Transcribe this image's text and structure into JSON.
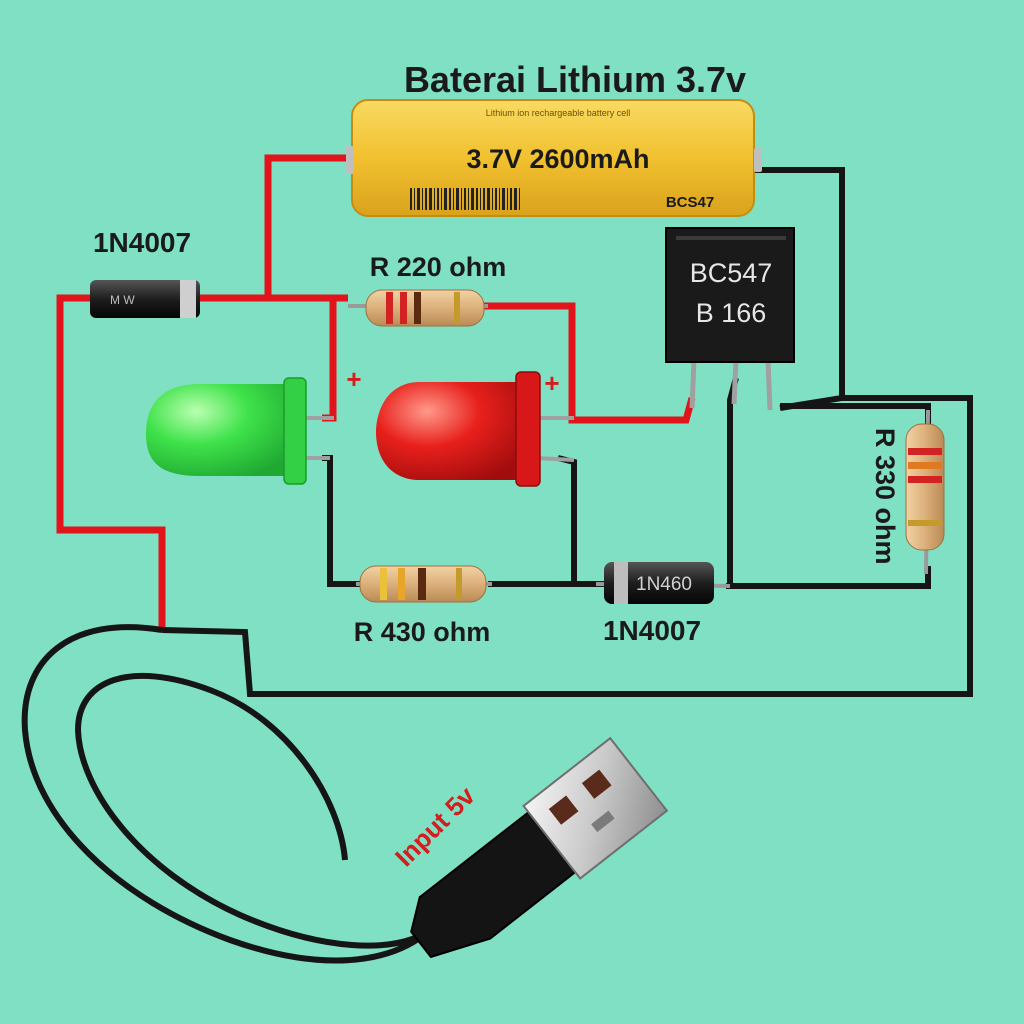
{
  "title": "Baterai Lithium 3.7v",
  "battery": {
    "main_label": "3.7V 2600mAh",
    "code": "BCS47",
    "fine_print": "Lithium ion rechargeable battery cell"
  },
  "transistor": {
    "line1": "BC547",
    "line2": "B 166"
  },
  "diode_top": {
    "label": "1N4007"
  },
  "diode_bottom": {
    "label": "1N4007",
    "body_text": "1N460"
  },
  "resistor_top": {
    "label": "R 220 ohm"
  },
  "resistor_bottom": {
    "label": "R 430 ohm"
  },
  "resistor_right": {
    "label": "R 330 ohm"
  },
  "led_green": {
    "polarity": "+",
    "color": "#3fe24a"
  },
  "led_red": {
    "polarity": "+",
    "color": "#e8201c"
  },
  "usb": {
    "label": "Input 5v"
  },
  "colors": {
    "background": "#7fe0c4",
    "wire_red": "#e0141a",
    "wire_black": "#151515",
    "battery_yellow": "#f4c531",
    "label_red": "#d41d1d"
  }
}
